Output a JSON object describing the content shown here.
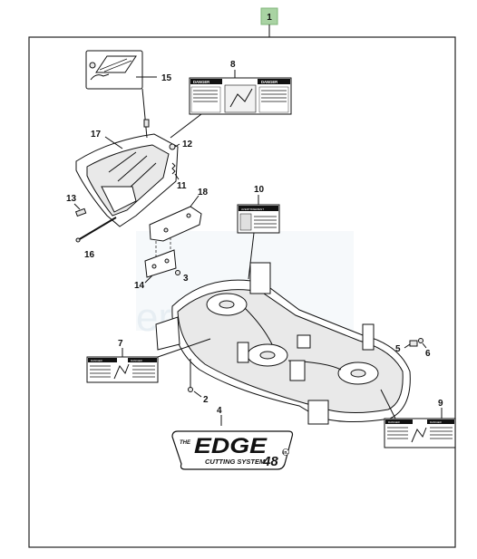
{
  "diagram_title_badge": "1",
  "callouts": {
    "c2": "2",
    "c3": "3",
    "c4": "4",
    "c5": "5",
    "c6": "6",
    "c7": "7",
    "c8": "8",
    "c9": "9",
    "c10": "10",
    "c11": "11",
    "c12": "12",
    "c13": "13",
    "c14": "14",
    "c15": "15",
    "c16": "16",
    "c17": "17",
    "c18": "18"
  },
  "decals": {
    "danger": "DANGER",
    "avertissement": "AVERTISSEMENT"
  },
  "logo": {
    "the": "THE",
    "edge": "EDGE",
    "subtitle": "CUTTING SYSTEM",
    "size": "48",
    "unit": "in."
  },
  "watermark": "ereparts",
  "colors": {
    "badge_bg": "#a9d3a3",
    "badge_border": "#7fb679",
    "frame": "#222222",
    "decal_bg": "#111111",
    "watermark": "#e7eef3"
  }
}
